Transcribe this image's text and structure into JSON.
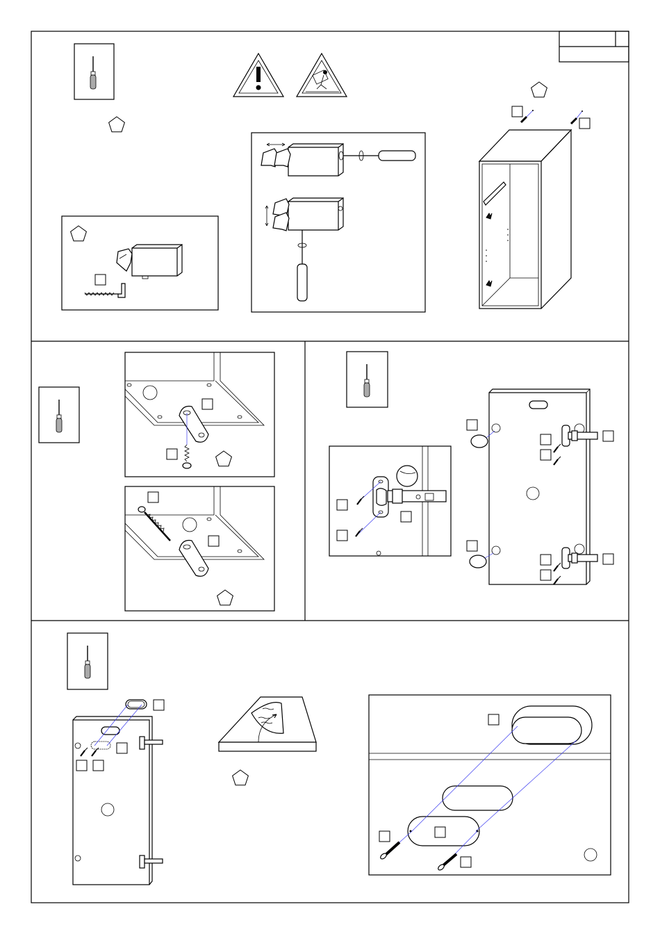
{
  "page": {
    "description_hidden": "",
    "header_box_text": "",
    "sections": [
      "top",
      "middle-left",
      "middle-right",
      "bottom"
    ]
  },
  "icons": {
    "tool": "screwdriver-icon",
    "warning": "warning-exclamation-icon",
    "falling": "falling-hazard-icon",
    "part_marker": "pentagon-marker-icon",
    "label_box": "part-label-box"
  }
}
